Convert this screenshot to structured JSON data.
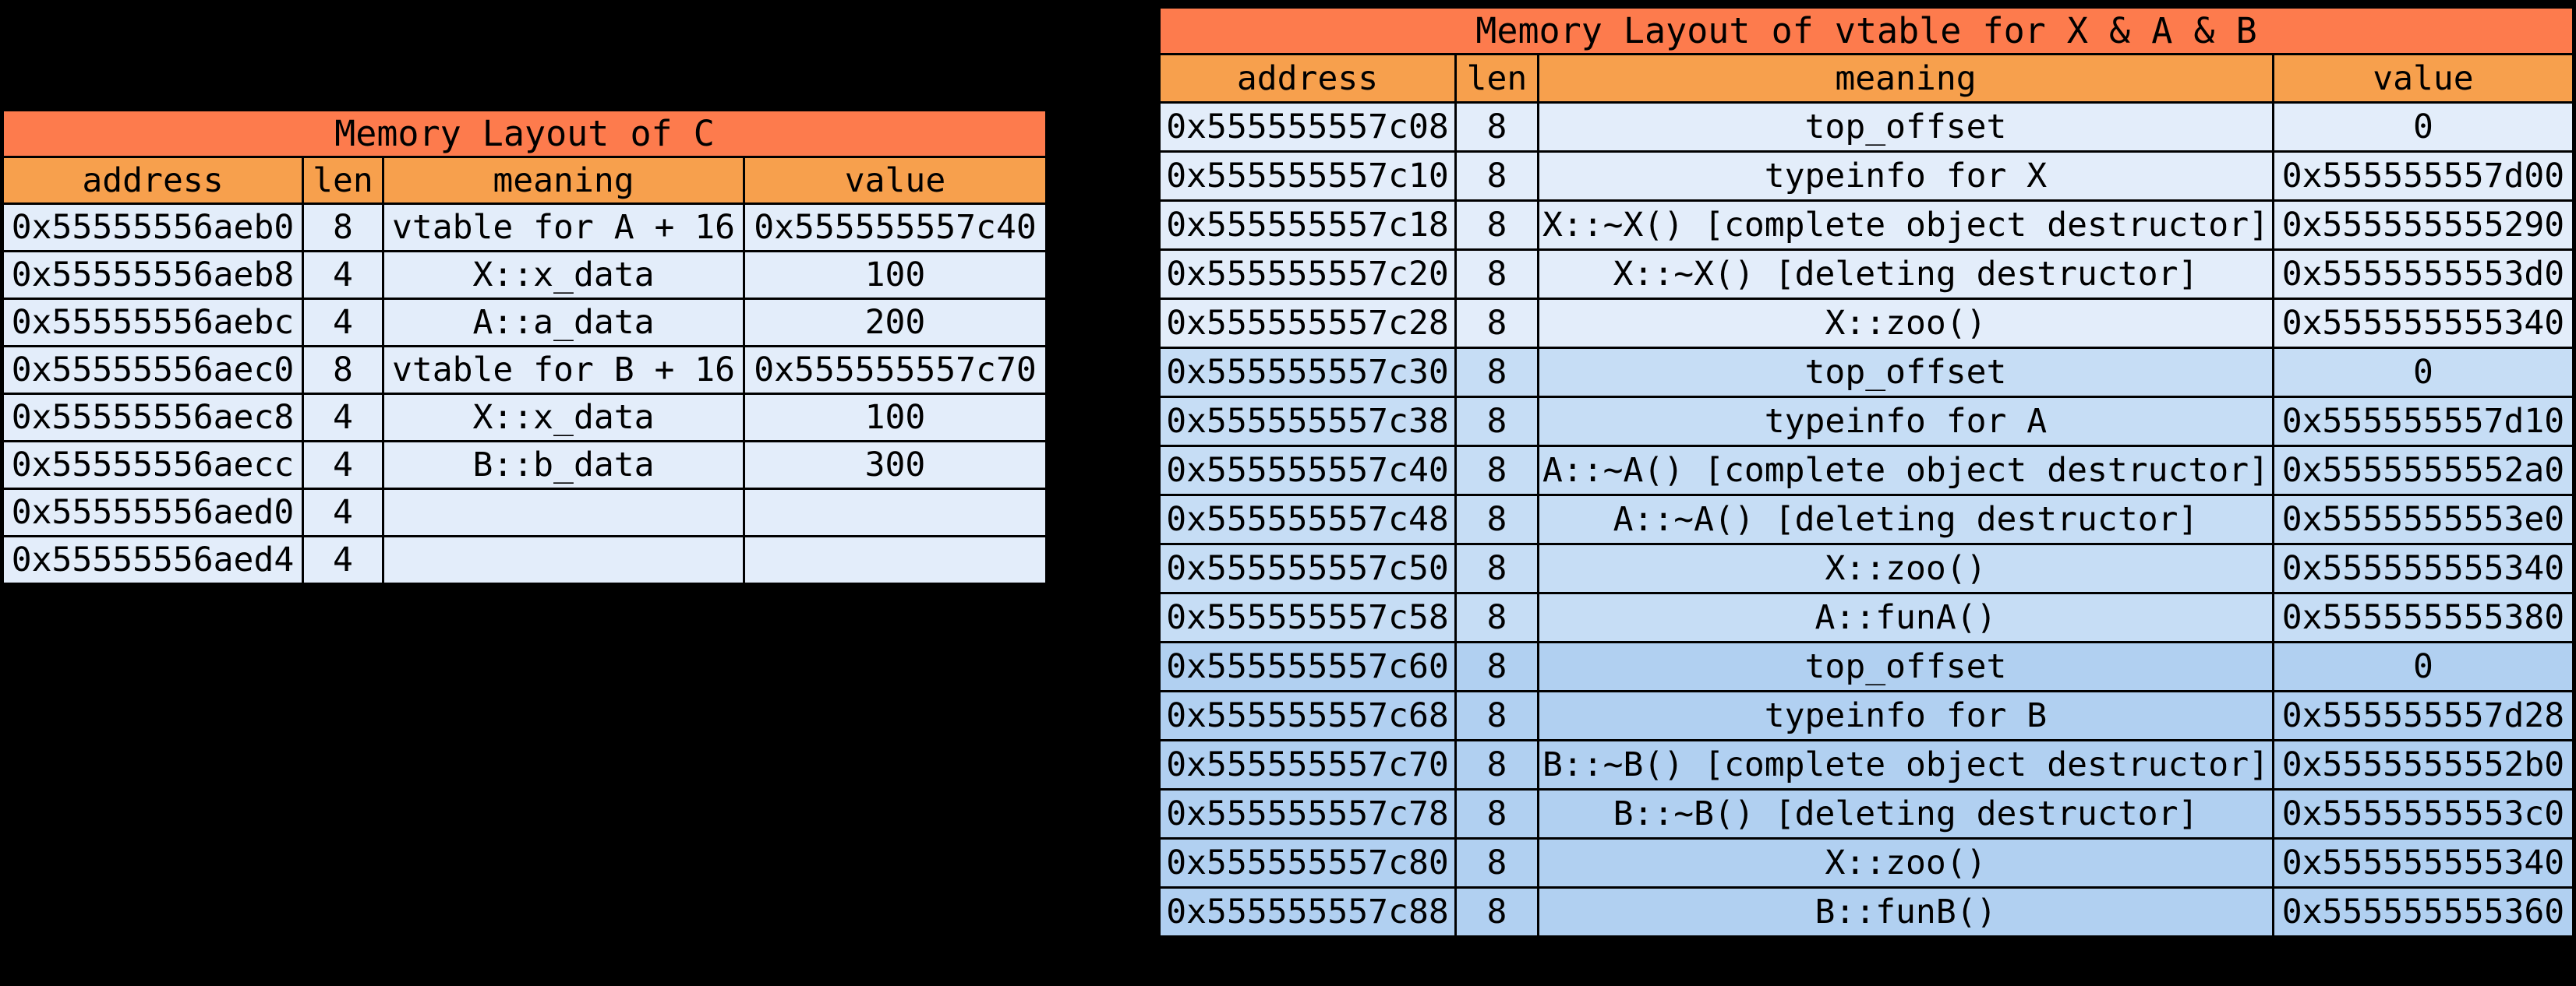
{
  "background": "#000000",
  "colors": {
    "background": "#000000",
    "title_bg": "#fd7b4d",
    "header_bg": "#f7a04d",
    "row_light": "#e3edfa",
    "row_medium": "#c6ddf5",
    "row_dark": "#b1d0f1",
    "border": "#000000",
    "text": "#000000"
  },
  "tables": [
    {
      "title": "Memory Layout of C",
      "columns": [
        "address",
        "len",
        "meaning",
        "value"
      ],
      "rows": [
        {
          "address": "0x55555556aeb0",
          "len": "8",
          "meaning": "vtable for A + 16",
          "value": "0x555555557c40",
          "shade": "light"
        },
        {
          "address": "0x55555556aeb8",
          "len": "4",
          "meaning": "X::x_data",
          "value": "100",
          "shade": "light"
        },
        {
          "address": "0x55555556aebc",
          "len": "4",
          "meaning": "A::a_data",
          "value": "200",
          "shade": "light"
        },
        {
          "address": "0x55555556aec0",
          "len": "8",
          "meaning": "vtable for B + 16",
          "value": "0x555555557c70",
          "shade": "light"
        },
        {
          "address": "0x55555556aec8",
          "len": "4",
          "meaning": "X::x_data",
          "value": "100",
          "shade": "light"
        },
        {
          "address": "0x55555556aecc",
          "len": "4",
          "meaning": "B::b_data",
          "value": "300",
          "shade": "light"
        },
        {
          "address": "0x55555556aed0",
          "len": "4",
          "meaning": "",
          "value": "",
          "shade": "light"
        },
        {
          "address": "0x55555556aed4",
          "len": "4",
          "meaning": "",
          "value": "",
          "shade": "light"
        }
      ]
    },
    {
      "title": "Memory Layout of vtable for X & A & B",
      "columns": [
        "address",
        "len",
        "meaning",
        "value"
      ],
      "rows": [
        {
          "address": "0x555555557c08",
          "len": "8",
          "meaning": "top_offset",
          "value": "0",
          "shade": "light"
        },
        {
          "address": "0x555555557c10",
          "len": "8",
          "meaning": "typeinfo for X",
          "value": "0x555555557d00",
          "shade": "light"
        },
        {
          "address": "0x555555557c18",
          "len": "8",
          "meaning": "X::~X() [complete object destructor]",
          "value": "0x555555555290",
          "shade": "light"
        },
        {
          "address": "0x555555557c20",
          "len": "8",
          "meaning": "X::~X() [deleting destructor]",
          "value": "0x5555555553d0",
          "shade": "light"
        },
        {
          "address": "0x555555557c28",
          "len": "8",
          "meaning": "X::zoo()",
          "value": "0x555555555340",
          "shade": "light"
        },
        {
          "address": "0x555555557c30",
          "len": "8",
          "meaning": "top_offset",
          "value": "0",
          "shade": "medium"
        },
        {
          "address": "0x555555557c38",
          "len": "8",
          "meaning": "typeinfo for A",
          "value": "0x555555557d10",
          "shade": "medium"
        },
        {
          "address": "0x555555557c40",
          "len": "8",
          "meaning": "A::~A() [complete object destructor]",
          "value": "0x5555555552a0",
          "shade": "medium"
        },
        {
          "address": "0x555555557c48",
          "len": "8",
          "meaning": "A::~A() [deleting destructor]",
          "value": "0x5555555553e0",
          "shade": "medium"
        },
        {
          "address": "0x555555557c50",
          "len": "8",
          "meaning": "X::zoo()",
          "value": "0x555555555340",
          "shade": "medium"
        },
        {
          "address": "0x555555557c58",
          "len": "8",
          "meaning": "A::funA()",
          "value": "0x555555555380",
          "shade": "medium"
        },
        {
          "address": "0x555555557c60",
          "len": "8",
          "meaning": "top_offset",
          "value": "0",
          "shade": "dark"
        },
        {
          "address": "0x555555557c68",
          "len": "8",
          "meaning": "typeinfo for B",
          "value": "0x555555557d28",
          "shade": "dark"
        },
        {
          "address": "0x555555557c70",
          "len": "8",
          "meaning": "B::~B() [complete object destructor]",
          "value": "0x5555555552b0",
          "shade": "dark"
        },
        {
          "address": "0x555555557c78",
          "len": "8",
          "meaning": "B::~B() [deleting destructor]",
          "value": "0x5555555553c0",
          "shade": "dark"
        },
        {
          "address": "0x555555557c80",
          "len": "8",
          "meaning": "X::zoo()",
          "value": "0x555555555340",
          "shade": "dark"
        },
        {
          "address": "0x555555557c88",
          "len": "8",
          "meaning": "B::funB()",
          "value": "0x555555555360",
          "shade": "dark"
        }
      ]
    }
  ]
}
